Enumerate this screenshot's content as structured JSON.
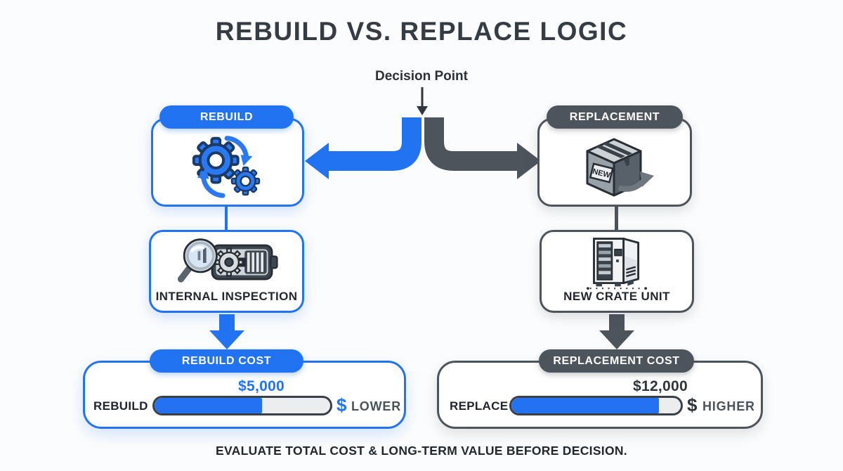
{
  "title": "REBUILD VS. REPLACE LOGIC",
  "decision": {
    "label": "Decision Point"
  },
  "footer": "EVALUATE TOTAL COST & LONG-TERM VALUE BEFORE DECISION.",
  "colors": {
    "blue": "#2273f2",
    "slate": "#4d545b",
    "ink": "#2e343a",
    "bar_track": "#ebedef"
  },
  "branches": {
    "rebuild": {
      "label": "REBUILD",
      "icon": "gears-cycle-icon",
      "step": {
        "label": "INTERNAL INSPECTION",
        "icon": "magnifier-engine-icon"
      },
      "cost": {
        "title": "REBUILD COST",
        "amount": "$5,000",
        "bar_label": "REBUILD",
        "bar_percent": 61,
        "currency_symbol": "$",
        "qualifier": "LOWER"
      }
    },
    "replacement": {
      "label": "REPLACEMENT",
      "icon": "new-box-icon",
      "box_tag": "NEW",
      "step": {
        "label": "NEW CRATE UNIT",
        "icon": "server-unit-icon"
      },
      "cost": {
        "title": "REPLACEMENT COST",
        "amount": "$12,000",
        "bar_label": "REPLACE",
        "bar_percent": 87,
        "currency_symbol": "$",
        "qualifier": "HIGHER"
      }
    }
  }
}
